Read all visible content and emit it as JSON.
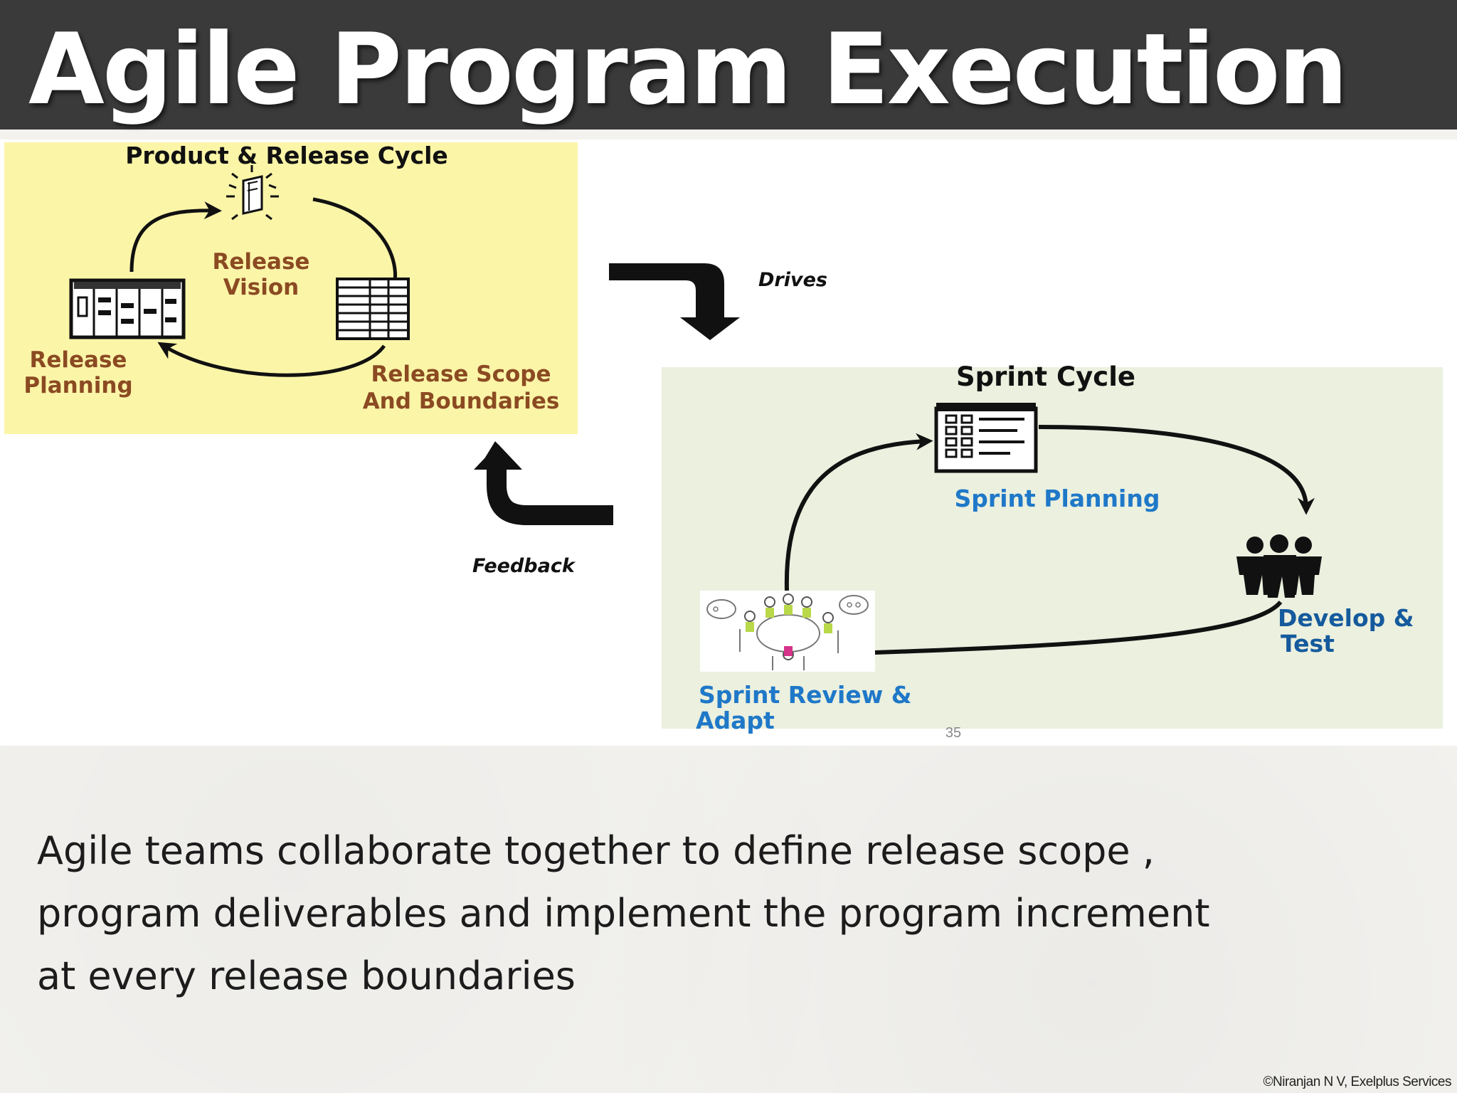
{
  "slide": {
    "title": "Agile Program Execution",
    "page_number": "35",
    "copyright": "©Niranjan  N V, Exelplus Services"
  },
  "product_release_cycle": {
    "heading": "Product & Release Cycle",
    "release_vision": [
      "Release",
      "Vision"
    ],
    "release_planning": [
      "Release",
      "Planning"
    ],
    "release_scope": [
      "Release Scope",
      "And Boundaries"
    ]
  },
  "arrows": {
    "drives": "Drives",
    "feedback": "Feedback"
  },
  "sprint_cycle": {
    "heading": "Sprint Cycle",
    "sprint_planning": "Sprint Planning",
    "develop_test": [
      "Develop &",
      "Test"
    ],
    "sprint_review": [
      "Sprint Review &",
      "Adapt"
    ]
  },
  "body": {
    "lines": [
      "Agile teams collaborate together to define release scope ,",
      "program deliverables and implement the program increment",
      "at every release boundaries"
    ]
  },
  "colors": {
    "title_bar": "#3a3a3a",
    "release_panel": "#fbf5a8",
    "sprint_panel": "#ebf0df",
    "brown_label": "#8b4a22",
    "blue_label": "#1f78c8"
  }
}
